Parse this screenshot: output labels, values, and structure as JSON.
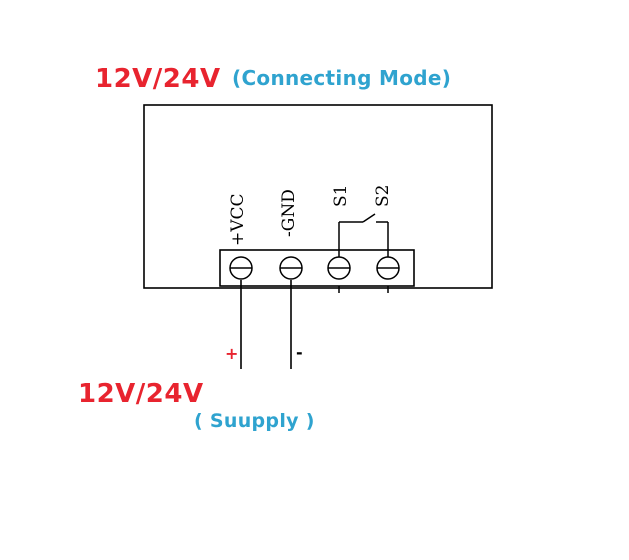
{
  "header": {
    "voltage": "12V/24V",
    "mode": "(Connecting  Mode)"
  },
  "terminals": [
    {
      "label": "+VCC"
    },
    {
      "label": "-GND"
    },
    {
      "label": "S1"
    },
    {
      "label": "S2"
    }
  ],
  "supply": {
    "plus": "+",
    "minus": "-",
    "voltage": "12V/24V",
    "label": "( Suupply )"
  },
  "colors": {
    "voltage_text": "#e8242f",
    "label_text": "#2fa3cf",
    "lines": "#000000"
  }
}
